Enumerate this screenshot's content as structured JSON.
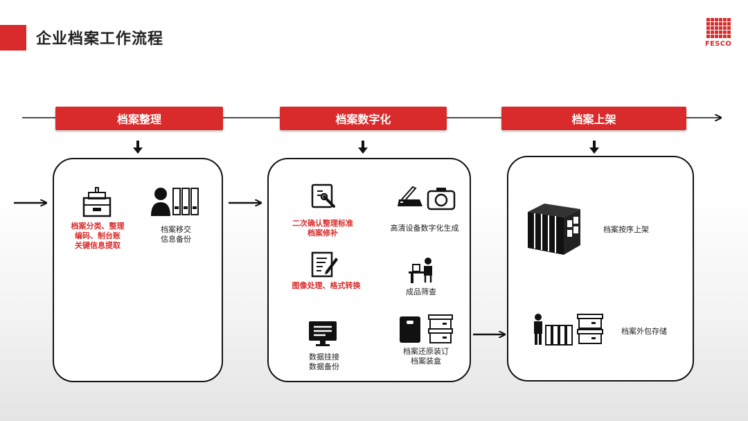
{
  "page": {
    "title": "企业档案工作流程"
  },
  "logo": {
    "text": "FESCO"
  },
  "colors": {
    "accent": "#d92b2b",
    "ink": "#111111"
  },
  "stages": [
    {
      "label": "档案整理"
    },
    {
      "label": "档案数字化"
    },
    {
      "label": "档案上架"
    }
  ],
  "stage1": {
    "step1": [
      "档案分类、整理",
      "编码、制台账",
      "关键信息提取"
    ],
    "step2": [
      "档案移交",
      "信息备份"
    ]
  },
  "stage2": {
    "step1": [
      "二次确认整理标准",
      "档案修补"
    ],
    "step2": [
      "高清设备数字化生成"
    ],
    "step3": [
      "成品筛查"
    ],
    "step4": [
      "图像处理、格式转换"
    ],
    "step5": [
      "数据挂接",
      "数据备份"
    ],
    "step6": [
      "档案还原装订",
      "档案装盒"
    ]
  },
  "stage3": {
    "step1": [
      "档案按序上架"
    ],
    "step2": [
      "档案外包存储"
    ]
  }
}
